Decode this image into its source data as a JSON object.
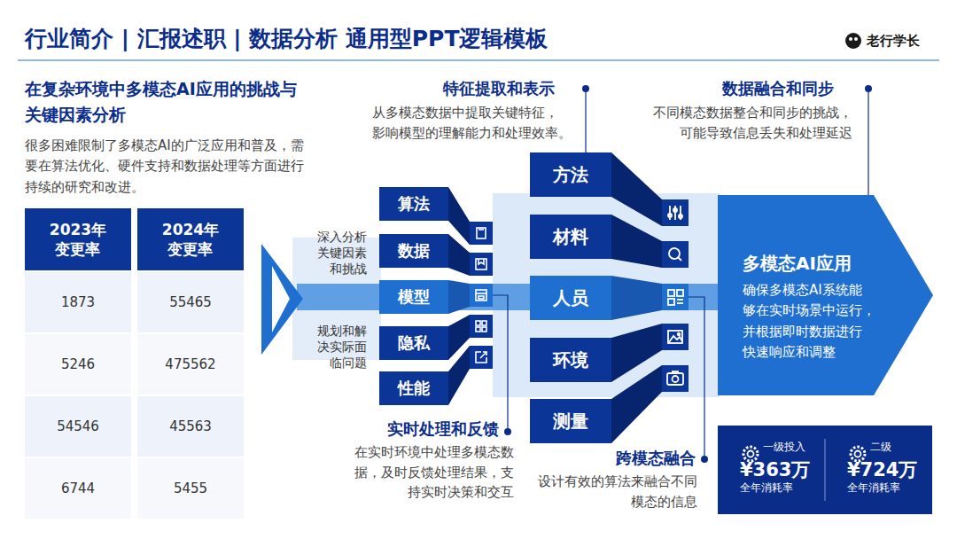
{
  "diagram": {
    "title": "行业简介 | 汇报述职 | 数据分析 通用型PPT逻辑模板",
    "nodes": [
      {
        "text": [
          "算法"
        ]
      },
      {
        "text": [
          "数据"
        ]
      },
      {
        "text": [
          "模型"
        ]
      },
      {
        "text": [
          "隐私"
        ]
      },
      {
        "text": [
          "性能"
        ]
      },
      {
        "text": [
          "方法"
        ]
      },
      {
        "text": [
          "材料"
        ]
      },
      {
        "text": [
          "人员"
        ]
      },
      {
        "text": [
          "环境"
        ]
      },
      {
        "text": [
          "测量"
        ]
      },
      {
        "text": [
          "多模态AI应用",
          "确保多模态AI系统能 够在实时场景中运行， 并根据即时数据进行 快速响应和调整"
        ]
      },
      {
        "text": [
          "一级投入",
          "¥363万",
          "全年消耗率"
        ]
      },
      {
        "text": [
          "二级",
          "¥724万",
          "全年消耗率"
        ]
      }
    ],
    "labels": [
      "老行学长",
      "在复杂环境中多模态AI应用的挑战与 关键因素分析",
      "很多困难限制了多模态AI的广泛应用和普及，需 要在算法优化、硬件支持和数据处理等方面进行 持续的研究和改进。",
      "2023年 变更率",
      "2024年 变更率",
      "1873",
      "55465",
      "5246",
      "475562",
      "54546",
      "45563",
      "6744",
      "5455",
      "深入分析 关键因素 和挑战",
      "规划和解 决实际面 临问题",
      "特征提取和表示",
      "从多模态数据中提取关键特征， 影响模型的理解能力和处理效率。",
      "数据融合和同步",
      "不同模态数据整合和同步的挑战， 可能导致信息丢失和处理延迟",
      "实时处理和反馈",
      "在实时环境中处理多模态数 据，及时反馈处理结果，支 持实时决策和交互",
      "跨模态融合",
      "设计有效的算法来融合不同 模态的信息"
    ]
  }
}
